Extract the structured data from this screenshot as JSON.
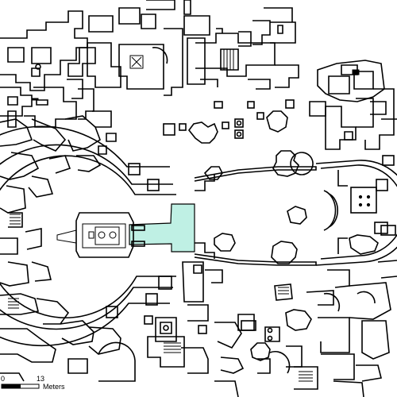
{
  "map": {
    "highlight_color": "#bff0e4",
    "line_color": "#000000",
    "background": "#ffffff"
  },
  "scale_bar": {
    "start_label": "0",
    "end_label": "13",
    "unit_label": "Meters"
  }
}
